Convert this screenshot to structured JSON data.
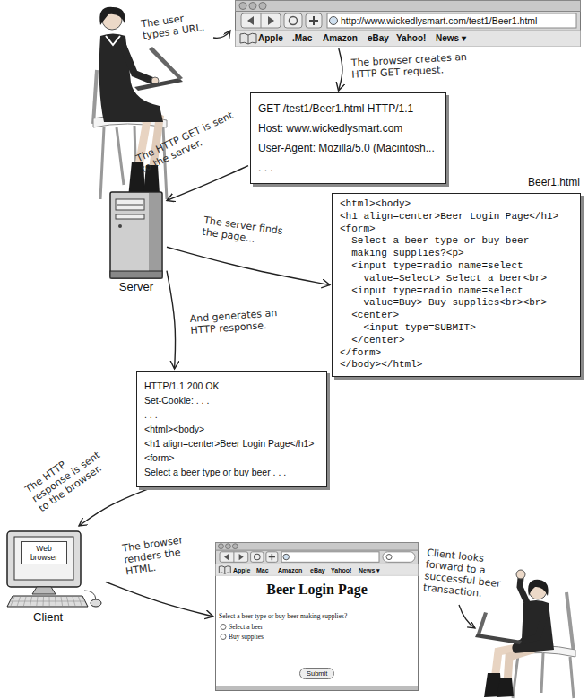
{
  "diagram": {
    "nodes": [
      {
        "text": [
          "http://www.wickedlysmart.com/test1/Beer1.html",
          "Apple",
          ".Mac",
          "Amazon",
          "eBay",
          "Yahoo!",
          "News ▾"
        ]
      },
      {
        "text": [
          "GET /test1/Beer1.html HTTP/1.1",
          "Host: www.wickedlysmart.com",
          "User-Agent: Mozilla/5.0 (Macintosh...",
          ". . ."
        ]
      },
      {
        "text": [
          "Server"
        ]
      },
      {
        "text": [
          "Beer1.html",
          "<html><body>",
          "<h1 align=center>Beer Login Page</h1>",
          "<form>",
          "  Select a beer type or buy beer",
          "  making supplies?<p>",
          "  <input type=radio name=select",
          "    value=Select> Select a beer<br>",
          "  <input type=radio name=select",
          "    value=Buy> Buy supplies<br><br>",
          "  <center>",
          "    <input type=SUBMIT>",
          "  </center>",
          "</form>",
          "</body></html>"
        ]
      },
      {
        "text": [
          "HTTP/1.1 200 OK",
          "Set-Cookie: . . .",
          ". . .",
          "<html><body>",
          "<h1 align=center>Beer Login Page</h1>",
          "<form>",
          "Select a beer type or buy beer . . ."
        ]
      },
      {
        "text": [
          "Web browser",
          "Client"
        ]
      },
      {
        "text": [
          "Apple",
          "Mac",
          "Amazon",
          "eBay",
          "Yahoo!",
          "News ▾",
          "Beer Login Page",
          "Select a beer type or buy beer making supplies?",
          "Select a beer",
          "Buy supplies"
        ]
      },
      {
        "text": [
          "Submit"
        ],
        "in": 6
      }
    ],
    "edges": [
      {
        "from": 0,
        "to": 1,
        "arrow": "to",
        "label": "The browser creates an HTTP GET request."
      },
      {
        "from": 1,
        "to": 2,
        "arrow": "to",
        "label": "The HTTP GET is sent to the server."
      },
      {
        "from": 2,
        "to": 3,
        "arrow": "to",
        "label": "The server finds the page..."
      },
      {
        "from": 2,
        "to": 4,
        "arrow": "to",
        "label": "And generates an HTTP response."
      },
      {
        "from": 4,
        "to": 5,
        "arrow": "to",
        "label": "The HTTP response is sent to the browser."
      },
      {
        "from": 5,
        "to": 6,
        "arrow": "to",
        "label": "The browser renders the HTML."
      }
    ],
    "labels": [
      "The user types a URL.",
      "Client looks forward to a successful beer transaction."
    ]
  }
}
